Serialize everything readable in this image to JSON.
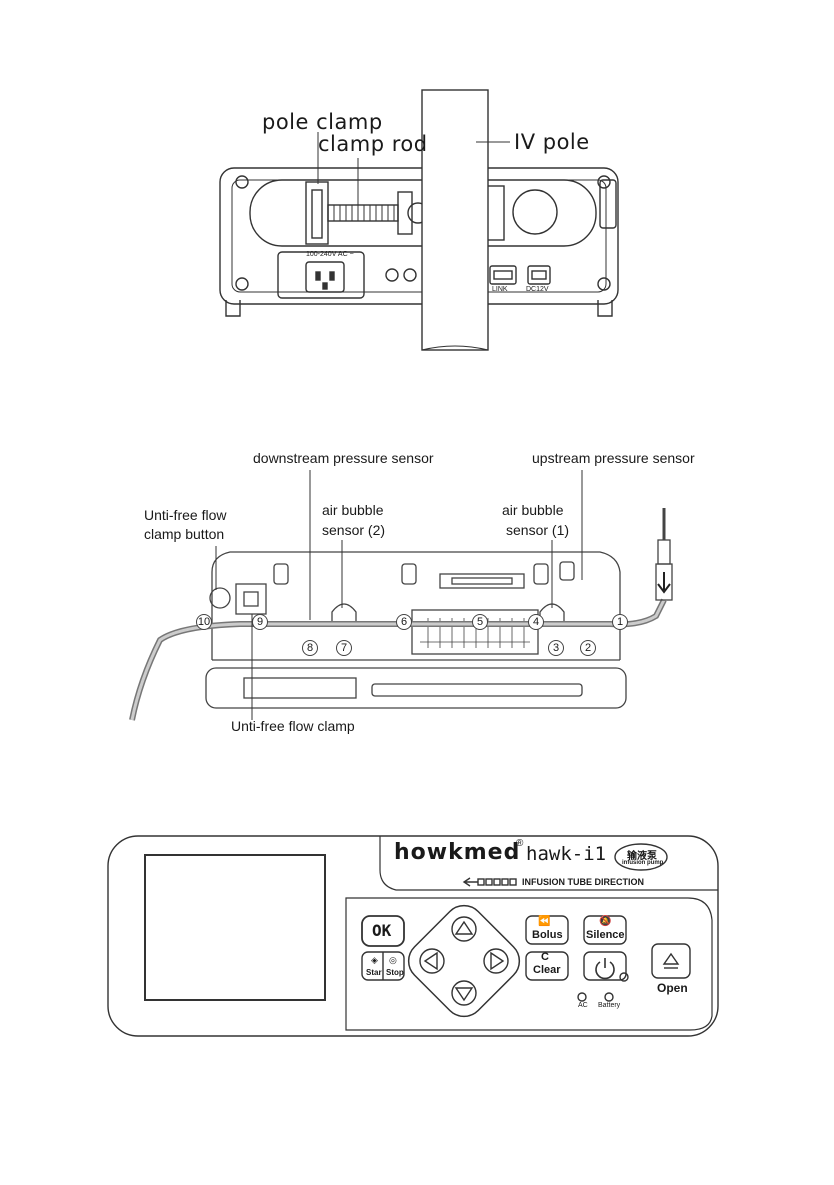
{
  "figure1": {
    "labels": {
      "pole_clamp": "pole clamp",
      "clamp_rod": "clamp rod",
      "iv_pole": "IV pole"
    },
    "panel_text": {
      "voltage": "100-240V AC ~",
      "link": "LINK",
      "dc12v": "DC12V"
    }
  },
  "figure2": {
    "labels": {
      "downstream_sensor": "downstream pressure sensor",
      "upstream_sensor": "upstream pressure sensor",
      "anti_free_flow_button_line1": "Unti-free flow",
      "anti_free_flow_button_line2": "clamp button",
      "air_bubble_2_line1": "air bubble",
      "air_bubble_2_line2": "sensor (2)",
      "air_bubble_1_line1": "air bubble",
      "air_bubble_1_line2": "sensor (1)",
      "anti_free_flow_clamp": "Unti-free flow clamp"
    },
    "numbers": [
      "1",
      "2",
      "3",
      "4",
      "5",
      "6",
      "7",
      "8",
      "9",
      "10"
    ]
  },
  "figure3": {
    "brand": "howkmed",
    "registered": "®",
    "model": "hawk-i1",
    "badge_cn": "输液泵",
    "badge_en": "infusion pump",
    "direction": "INFUSION TUBE DIRECTION",
    "buttons": {
      "ok": "OK",
      "bolus": "Bolus",
      "silence": "Silence",
      "clear": "Clear",
      "start": "Star",
      "stop": "Stop",
      "open": "Open"
    },
    "indicators": {
      "ac": "AC",
      "battery": "Battery"
    }
  }
}
